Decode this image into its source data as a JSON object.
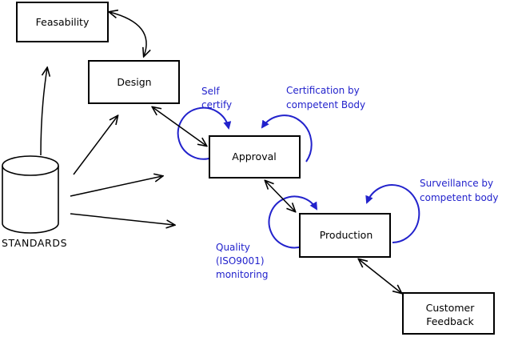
{
  "diagram": {
    "nodes": {
      "feasability": {
        "label": "Feasability"
      },
      "design": {
        "label": "Design"
      },
      "approval": {
        "label": "Approval"
      },
      "production": {
        "label": "Production"
      },
      "customer_feedback": {
        "label_line1": "Customer",
        "label_line2": "Feedback"
      },
      "standards": {
        "label": "STANDARDS"
      }
    },
    "annotations": {
      "self_certify": {
        "line1": "Self",
        "line2": "certify"
      },
      "certification": {
        "line1": "Certification by",
        "line2": "competent Body"
      },
      "surveillance": {
        "line1": "Surveillance by",
        "line2": "competent body"
      },
      "quality_monitoring": {
        "line1": "Quality",
        "line2": "(ISO9001)",
        "line3": "monitoring"
      }
    },
    "colors": {
      "annotation_blue": "#2222cc",
      "line_black": "#000000",
      "background": "#ffffff"
    }
  }
}
